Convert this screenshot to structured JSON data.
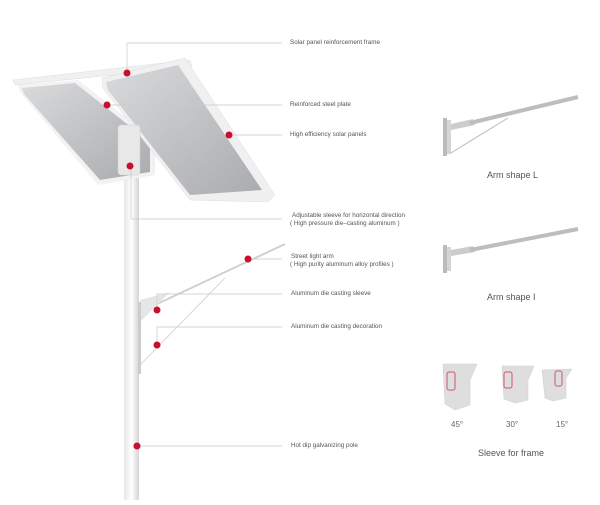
{
  "labels": {
    "frame": "Solar panel reinforcement frame",
    "plate": "Reinforced steel plate",
    "panels": "High efficiency solar panels",
    "sleeve_h_1": "Adjustable sleeve for horizontal direction",
    "sleeve_h_2": "( High pressure die–casting aluminum )",
    "arm_1": "Street light arm",
    "arm_2": "( High purity aluminum alloy profiles )",
    "die_sleeve": "Aluminum die casting sleeve",
    "die_decoration": "Aluminum die casting decoration",
    "pole": "Hot dip galvanizing pole"
  },
  "variants": {
    "arm_l": "Arm shape L",
    "arm_i": "Arm shape I",
    "sleeve_title": "Sleeve for frame",
    "angles": [
      "45°",
      "30°",
      "15°"
    ]
  },
  "colors": {
    "marker": "#c8102e",
    "leader": "#c8c8c8",
    "panel": "#b9bbbe",
    "frame": "#eeeeee"
  }
}
